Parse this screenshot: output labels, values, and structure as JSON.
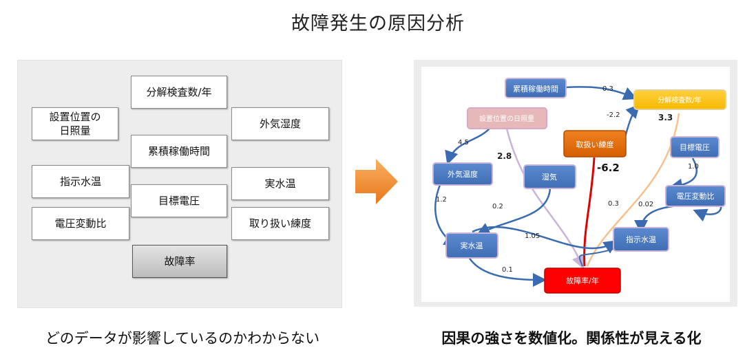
{
  "title": "故障発生の原因分析",
  "left_panel": {
    "boxes": [
      {
        "id": "bunkai",
        "label": "分解検査数/年"
      },
      {
        "id": "secchi",
        "label": "設置位置の\n日照量"
      },
      {
        "id": "gaiki",
        "label": "外気湿度"
      },
      {
        "id": "ruiseki",
        "label": "累積稼働時間"
      },
      {
        "id": "shiji",
        "label": "指示水温"
      },
      {
        "id": "jitsu",
        "label": "実水温"
      },
      {
        "id": "mokuhyo",
        "label": "目標電圧"
      },
      {
        "id": "denatsu",
        "label": "電圧変動比"
      },
      {
        "id": "toriatsu",
        "label": "取り扱い練度"
      },
      {
        "id": "kosho",
        "label": "故障率"
      }
    ]
  },
  "right_panel": {
    "nodes": {
      "ruiseki": "累積稼働時間",
      "bunkai": "分解検査数/年",
      "secchi": "設置位置の日照量",
      "toriatsu": "取扱い練度",
      "mokuhyo": "目標電圧",
      "gaiki": "外気温度",
      "shitsu": "湿気",
      "denatsu": "電圧変動比",
      "jitsu": "実水温",
      "shiji": "指示水温",
      "kosho": "故障率/年"
    },
    "edge_labels": {
      "ruiseki_bunkai": "0.3",
      "toriatsu_bunkai": "-2.2",
      "bunkai_value": "3.3",
      "secchi_gaiki": "4.5",
      "secchi_kosho": "2.8",
      "toriatsu_kosho": "-6.2",
      "mokuhyo_denatsu": "1.0",
      "gaiki_jitsu": "1.2",
      "shitsu_jitsu": "0.2",
      "bunkai_kosho": "0.3",
      "denatsu_shiji": "0.02",
      "jitsu_shiji": "1.05",
      "jitsu_kosho": "0.1"
    },
    "colors": {
      "blue_node": "#4f7ec3",
      "orange_node": "#ffc000",
      "darkorange_node": "#e36c09",
      "pink_node": "#e6b9b8",
      "red_node": "#ff0000",
      "blue_edge": "#3a6bb0",
      "red_edge": "#e00000",
      "peach_edge": "#f8c08c",
      "lilac_edge": "#c9b3d6"
    }
  },
  "caption_left": "どのデータが影響しているのかわからない",
  "caption_right": "因果の強さを数値化。関係性が見える化"
}
